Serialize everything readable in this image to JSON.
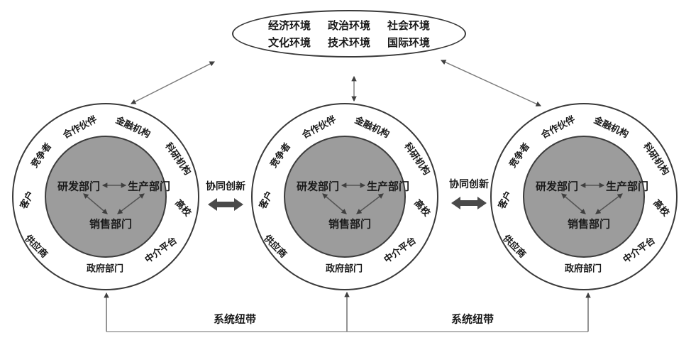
{
  "environment": {
    "row1": [
      "经济环境",
      "政治环境",
      "社会环境"
    ],
    "row2": [
      "文化环境",
      "技术环境",
      "国际环境"
    ]
  },
  "ring_labels": [
    "客户",
    "竞争者",
    "合作伙伴",
    "金融机构",
    "科研机构",
    "高校",
    "中介平台",
    "政府部门",
    "供应商"
  ],
  "inner_labels": {
    "rd": "研发部门",
    "production": "生产部门",
    "sales": "销售部门"
  },
  "connector_label": "协同创新",
  "bottom_label": "系统纽带",
  "colors": {
    "inner-fill": "#9c9c9c",
    "thick-arrow": "#4a4a4a",
    "stroke-dark": "#3a3a3a"
  }
}
